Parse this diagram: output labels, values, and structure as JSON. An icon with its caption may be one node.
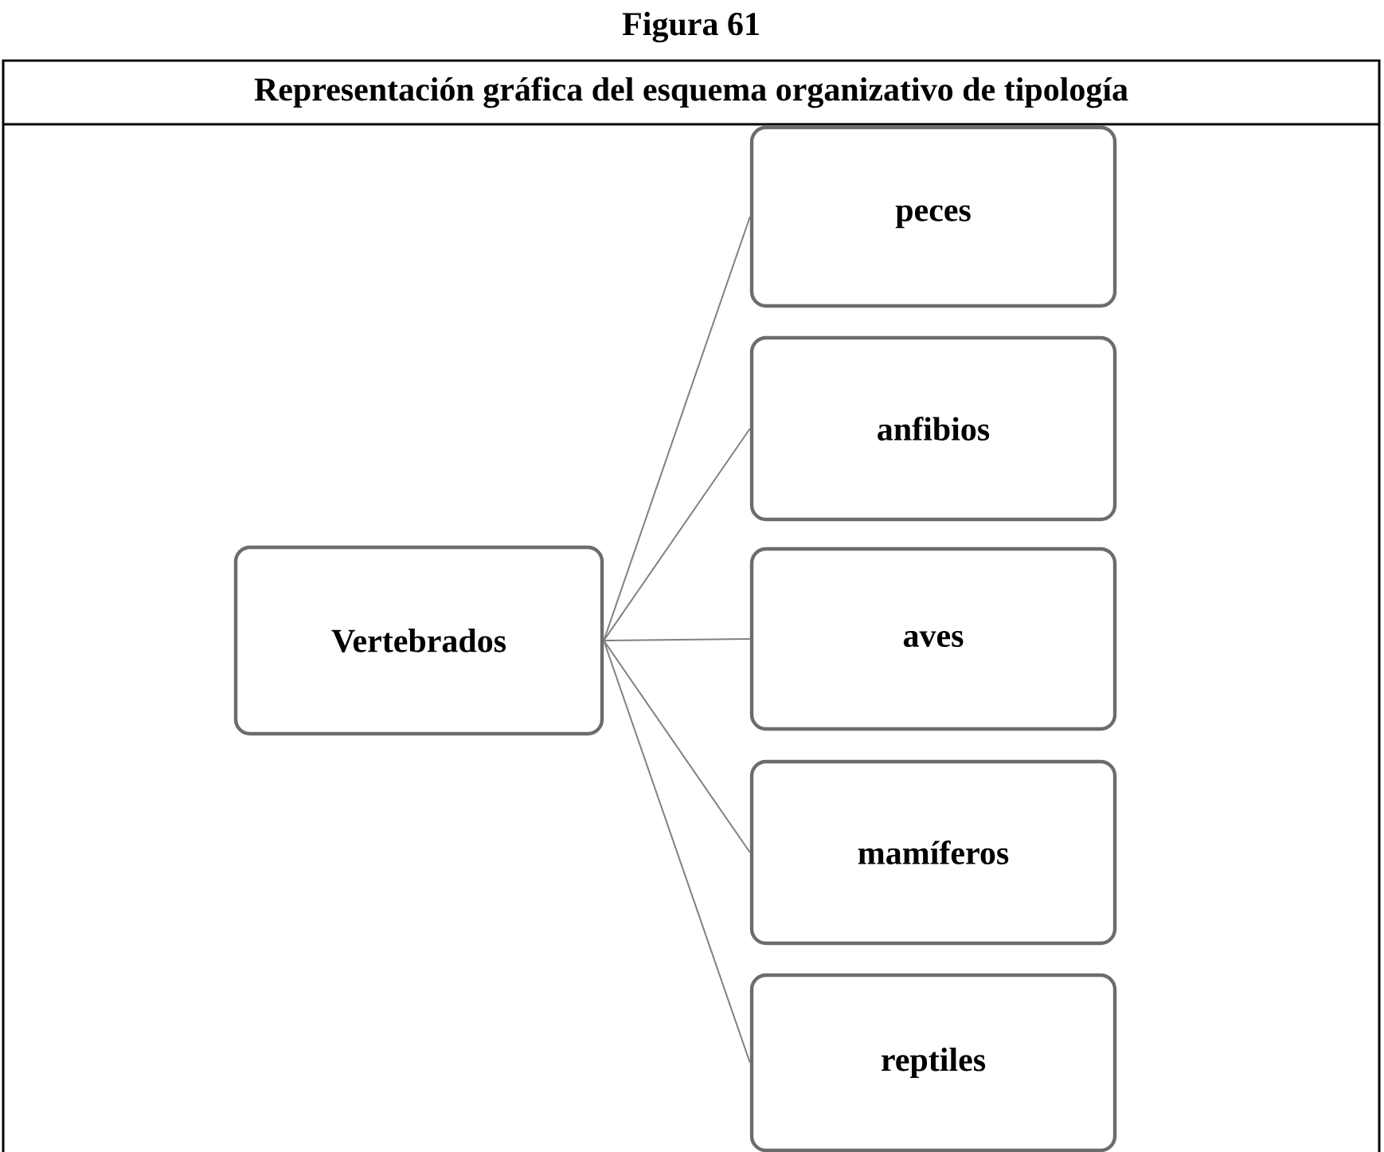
{
  "diagram": {
    "title": "Figura 61",
    "nodes": [
      {
        "text": [
          "Vertebrados"
        ]
      },
      {
        "text": [
          "peces"
        ]
      },
      {
        "text": [
          "anfibios"
        ]
      },
      {
        "text": [
          "aves"
        ]
      },
      {
        "text": [
          "mamíferos"
        ]
      },
      {
        "text": [
          "reptiles"
        ]
      }
    ],
    "edges": [
      {
        "from": 0,
        "to": 1,
        "arrow": "none"
      },
      {
        "from": 0,
        "to": 2,
        "arrow": "none"
      },
      {
        "from": 0,
        "to": 3,
        "arrow": "none"
      },
      {
        "from": 0,
        "to": 4,
        "arrow": "none"
      },
      {
        "from": 0,
        "to": 5,
        "arrow": "none"
      }
    ],
    "labels": [
      "Representación gráfica del esquema organizativo de tipología"
    ]
  }
}
